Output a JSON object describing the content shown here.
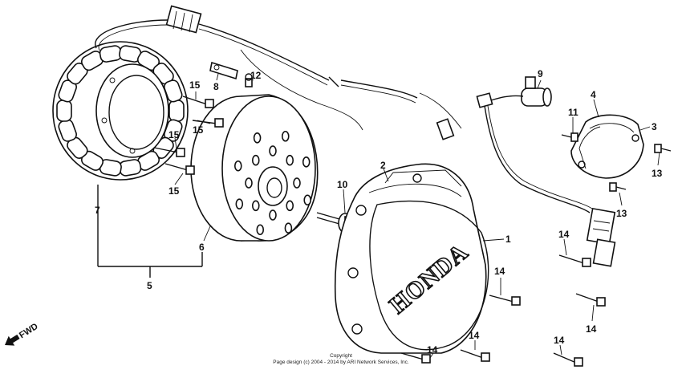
{
  "parts": [
    {
      "id": "label-1",
      "text": "1"
    },
    {
      "id": "label-2",
      "text": "2"
    },
    {
      "id": "label-3",
      "text": "3"
    },
    {
      "id": "label-4",
      "text": "4"
    },
    {
      "id": "label-5",
      "text": "5"
    },
    {
      "id": "label-6",
      "text": "6"
    },
    {
      "id": "label-7",
      "text": "7"
    },
    {
      "id": "label-8",
      "text": "8"
    },
    {
      "id": "label-9",
      "text": "9"
    },
    {
      "id": "label-10",
      "text": "10"
    },
    {
      "id": "label-11",
      "text": "11"
    },
    {
      "id": "label-12",
      "text": "12"
    },
    {
      "id": "label-13a",
      "text": "13"
    },
    {
      "id": "label-13b",
      "text": "13"
    },
    {
      "id": "label-14a",
      "text": "14"
    },
    {
      "id": "label-14b",
      "text": "14"
    },
    {
      "id": "label-14c",
      "text": "14"
    },
    {
      "id": "label-14d",
      "text": "14"
    },
    {
      "id": "label-14e",
      "text": "14"
    },
    {
      "id": "label-14f",
      "text": "14"
    },
    {
      "id": "label-15a",
      "text": "15"
    },
    {
      "id": "label-15b",
      "text": "15"
    },
    {
      "id": "label-15c",
      "text": "15"
    },
    {
      "id": "label-15d",
      "text": "15"
    }
  ],
  "cover_logo": "HONDA",
  "direction_label": "FWD",
  "footer": {
    "line1": "Copyright",
    "line2": "Page design (c) 2004 - 2014 by ARI Network Services, Inc."
  }
}
